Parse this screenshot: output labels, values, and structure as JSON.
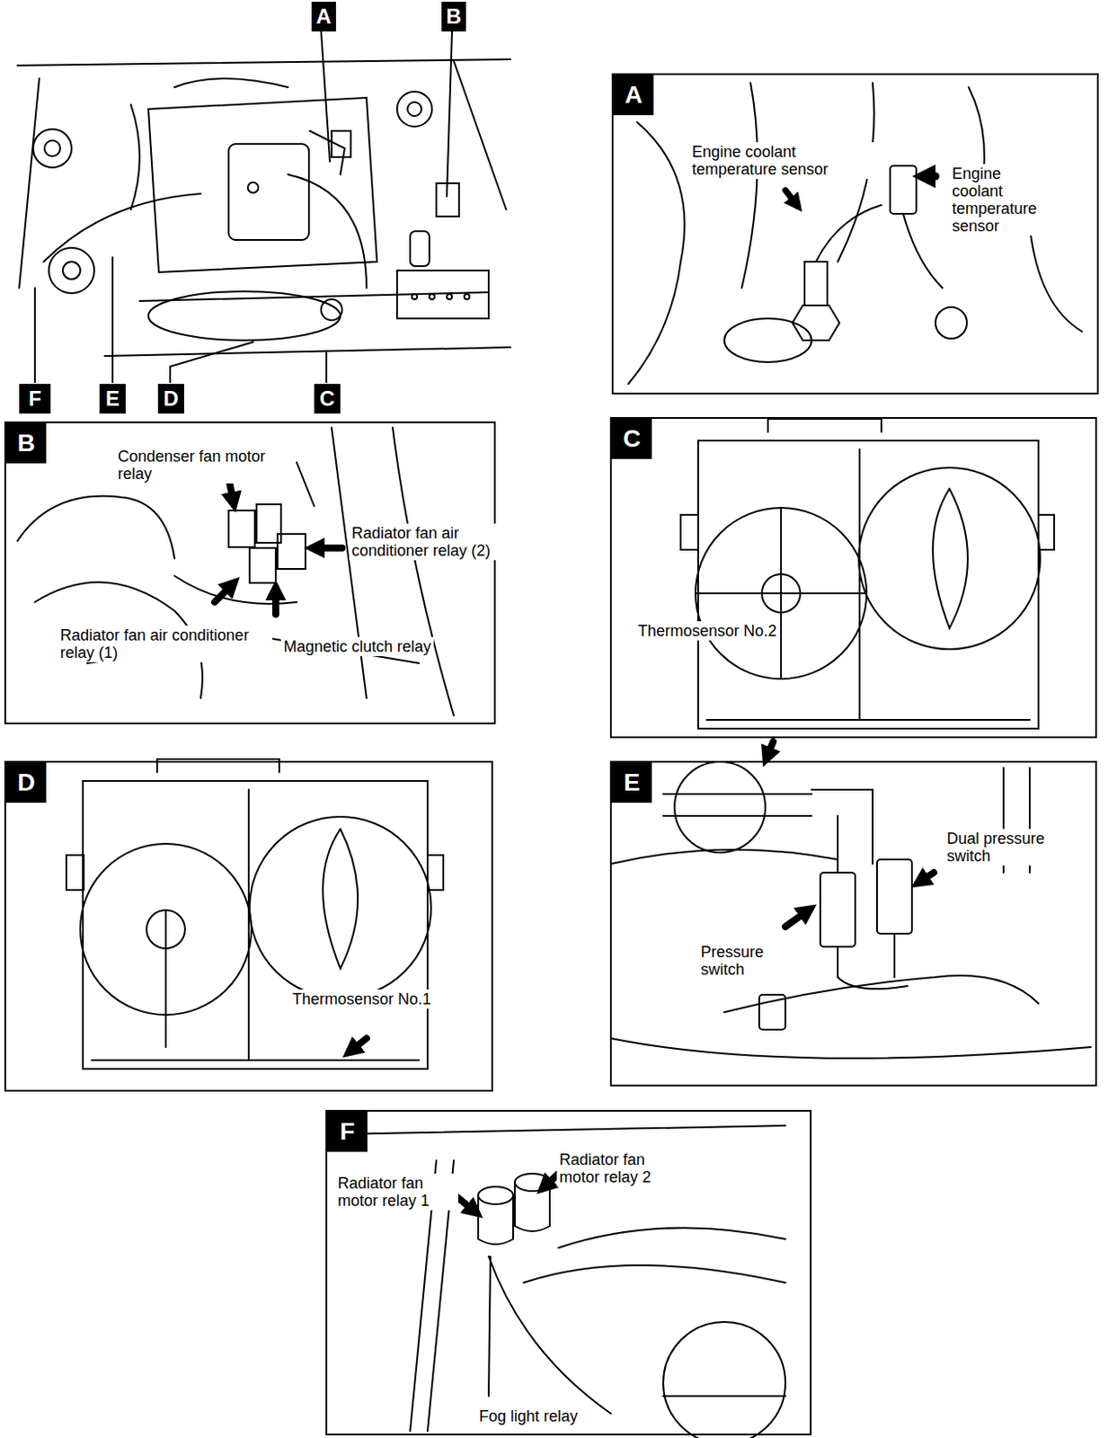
{
  "diagram": {
    "nodes": [
      {
        "text": [
          "A"
        ]
      },
      {
        "text": [
          "B"
        ]
      },
      {
        "text": [
          "C"
        ]
      },
      {
        "text": [
          "D"
        ]
      },
      {
        "text": [
          "E"
        ]
      },
      {
        "text": [
          "F"
        ]
      },
      {
        "text": [
          "A"
        ]
      },
      {
        "text": [
          "B"
        ]
      },
      {
        "text": [
          "C"
        ]
      },
      {
        "text": [
          "D"
        ]
      },
      {
        "text": [
          "E"
        ]
      },
      {
        "text": [
          "F"
        ]
      }
    ],
    "labels": [
      "Engine coolant temperature sensor",
      "Engine coolant temperature sensor",
      "Condenser fan motor relay",
      "Radiator fan air conditioner relay (2)",
      "Radiator fan air conditioner relay (1)",
      "Magnetic clutch relay",
      "Thermosensor No.2",
      "Thermosensor No.1",
      "Dual pressure switch",
      "Pressure switch",
      "Radiator fan motor relay 1",
      "Radiator fan motor relay 2",
      "Fog light relay"
    ]
  }
}
